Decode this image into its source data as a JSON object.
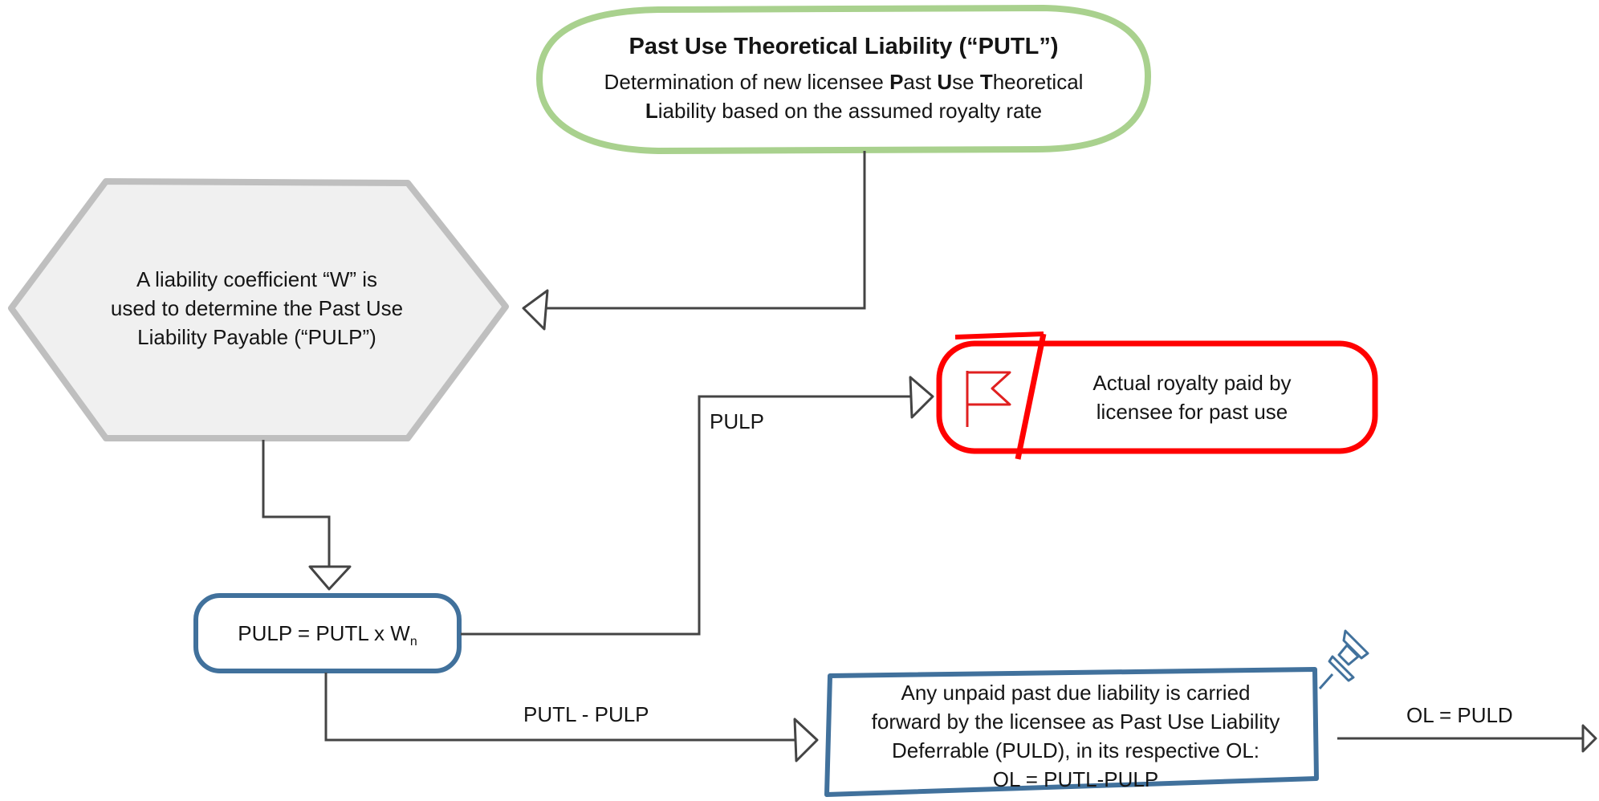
{
  "nodes": {
    "putl": {
      "title": "Past Use Theoretical Liability (“PUTL”)",
      "line1_prefix": "Determination of new licensee ",
      "p": "P",
      "p_rest": "ast ",
      "u": "U",
      "u_rest": "se ",
      "t": "T",
      "t_rest": "heoretical",
      "l": "L",
      "line2_rest": "iability based on the assumed royalty rate",
      "border_color": "#a9d18e"
    },
    "coefficient": {
      "line1": "A liability coefficient “W” is",
      "line2": "used to determine the Past Use",
      "line3": "Liability Payable (“PULP”)",
      "fill_color": "#f0f0f0",
      "border_color": "#bfbfbf"
    },
    "actual_royalty": {
      "line1": "Actual royalty paid by",
      "line2": "licensee for past use",
      "icon": "flag-icon",
      "border_color": "#ff0000"
    },
    "pulp_formula": {
      "text": "PULP = PUTL x W",
      "subscript": "n",
      "border_color": "#41719c"
    },
    "unpaid_note": {
      "line1": "Any unpaid past due liability is carried",
      "line2": "forward by the licensee as Past Use Liability",
      "line3": "Deferrable (PULD), in its respective OL:",
      "line4": "OL = PUTL-PULP",
      "icon": "pushpin-icon",
      "border_color": "#41719c"
    }
  },
  "edges": {
    "pulp_label": "PULP",
    "putl_minus_pulp_label": "PUTL - PULP",
    "ol_label": "OL = PULD"
  }
}
